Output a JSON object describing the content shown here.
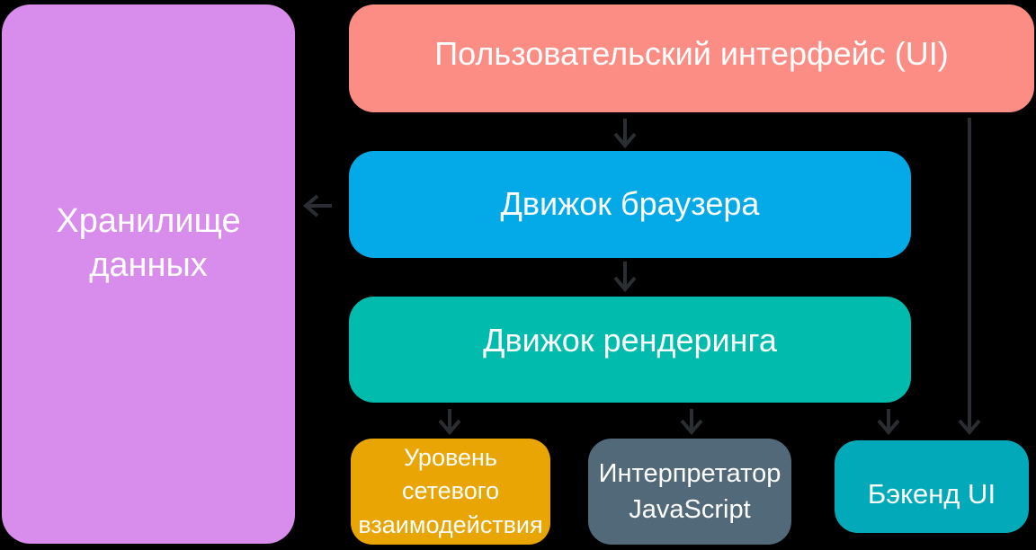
{
  "diagram": {
    "title": "Browser architecture diagram (Russian)",
    "background_color": "#000000",
    "arrow_color": "#2a2e33",
    "text_color": "#ffffff",
    "nodes": {
      "storage": {
        "label": "Хранилище\nданных",
        "color": "#d88ceb"
      },
      "ui": {
        "label": "Пользовательский интерфейс (UI)",
        "color": "#fc8d84"
      },
      "browser_engine": {
        "label": "Движок браузера",
        "color": "#04a9e8"
      },
      "rendering_engine": {
        "label": "Движок рендеринга",
        "color": "#01bcac"
      },
      "network_layer": {
        "label": "Уровень\nсетевого\nвзаимодействия",
        "color": "#e8a504"
      },
      "js_interpreter": {
        "label": "Интерпретатор\nJavaScript",
        "color": "#52697a"
      },
      "ui_backend": {
        "label": "Бэкенд UI",
        "color": "#02a9b9"
      }
    },
    "edges": [
      {
        "from": "ui",
        "to": "browser_engine"
      },
      {
        "from": "browser_engine",
        "to": "rendering_engine"
      },
      {
        "from": "browser_engine",
        "to": "storage"
      },
      {
        "from": "rendering_engine",
        "to": "network_layer"
      },
      {
        "from": "rendering_engine",
        "to": "js_interpreter"
      },
      {
        "from": "rendering_engine",
        "to": "ui_backend"
      },
      {
        "from": "ui",
        "to": "ui_backend"
      }
    ]
  }
}
